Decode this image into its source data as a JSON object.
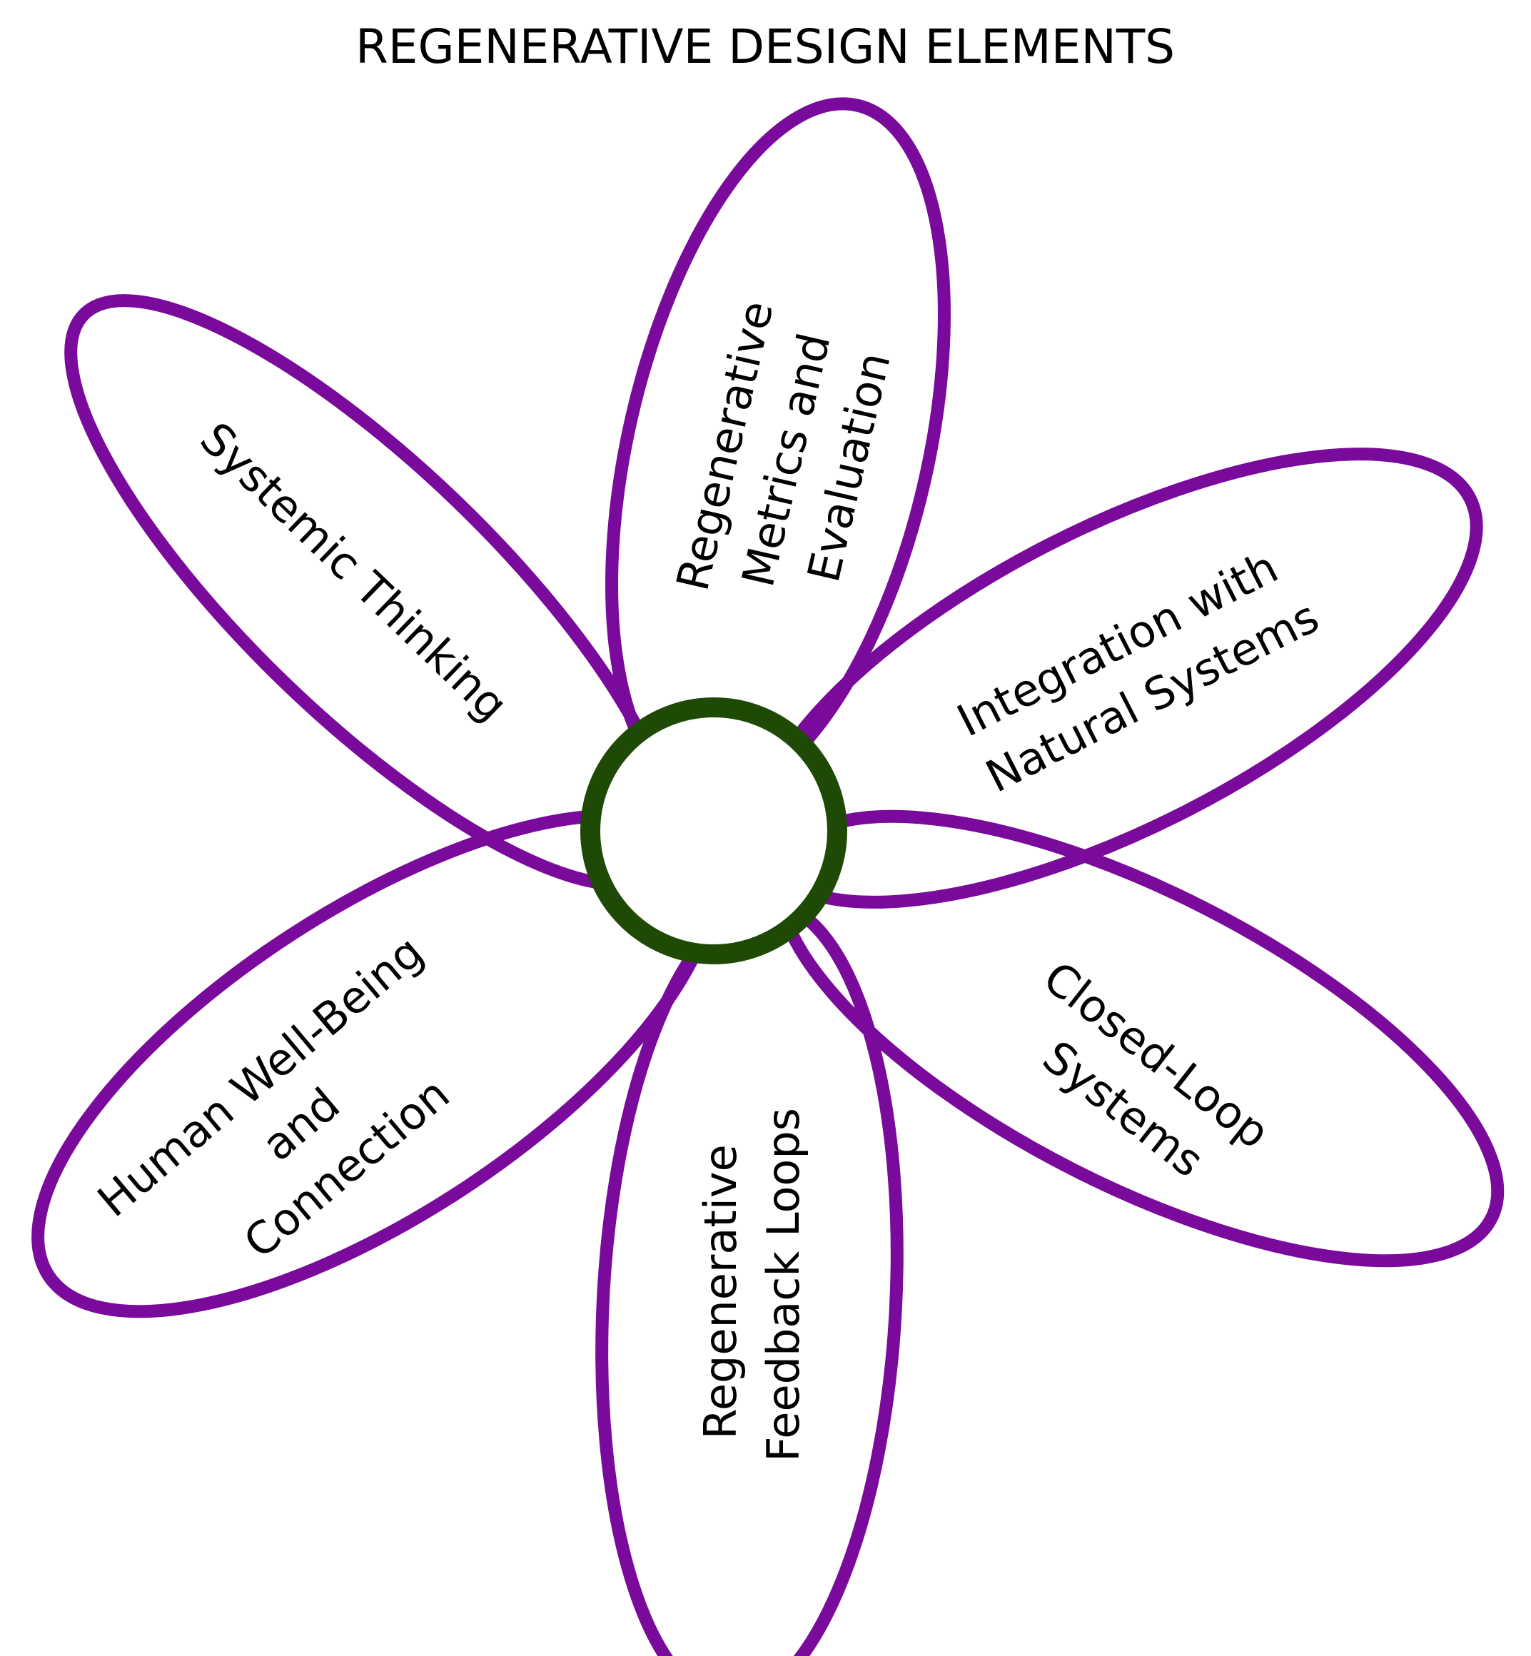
{
  "title": "REGENERATIVE DESIGN ELEMENTS",
  "colors": {
    "petal_stroke": "#7a0a9c",
    "center_stroke": "#1f4a06",
    "center_fill": "#ffffff",
    "text": "#000000"
  },
  "petals": [
    {
      "id": "systemic-thinking",
      "lines": [
        "Systemic Thinking"
      ]
    },
    {
      "id": "regenerative-metrics",
      "lines": [
        "Regenerative",
        "Metrics and",
        "Evaluation"
      ]
    },
    {
      "id": "integration-natural-systems",
      "lines": [
        "Integration with",
        "Natural Systems"
      ]
    },
    {
      "id": "closed-loop-systems",
      "lines": [
        "Closed-Loop",
        "Systems"
      ]
    },
    {
      "id": "regenerative-feedback-loops",
      "lines": [
        "Regenerative",
        "Feedback Loops"
      ]
    },
    {
      "id": "human-well-being",
      "lines": [
        "Human Well-Being",
        "and",
        "Connection"
      ]
    }
  ]
}
